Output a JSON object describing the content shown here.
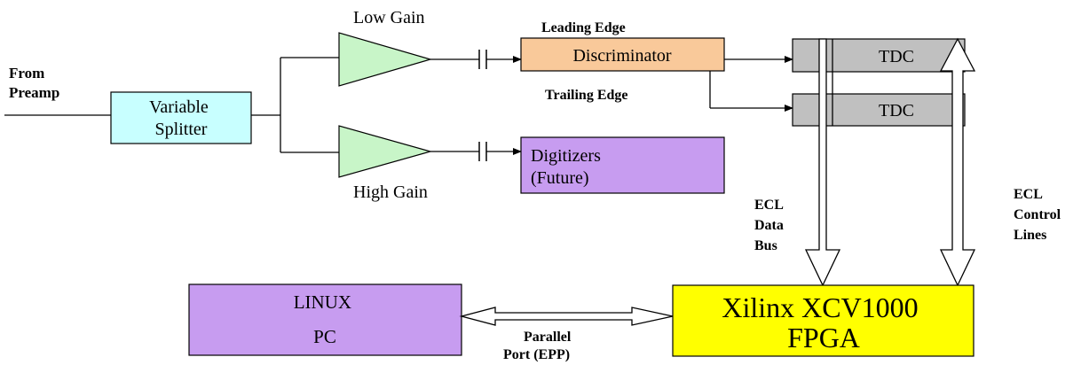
{
  "inputs": {
    "from_preamp": [
      "From",
      "Preamp"
    ]
  },
  "blocks": {
    "splitter": [
      "Variable",
      "Splitter"
    ],
    "discriminator": "Discriminator",
    "tdc_top": "TDC",
    "tdc_bottom": "TDC",
    "digitizers": [
      "Digitizers",
      "(Future)"
    ],
    "linux_pc": [
      "LINUX",
      "PC"
    ],
    "fpga": [
      "Xilinx XCV1000",
      "FPGA"
    ]
  },
  "labels": {
    "low_gain": "Low Gain",
    "high_gain": "High Gain",
    "leading_edge": "Leading Edge",
    "trailing_edge": "Trailing Edge",
    "ecl_data_bus": [
      "ECL",
      "Data",
      "Bus"
    ],
    "ecl_control_lines": [
      "ECL",
      "Control",
      "Lines"
    ],
    "parallel_port": [
      "Parallel",
      "Port (EPP)"
    ]
  },
  "colors": {
    "splitter": "#c8ffff",
    "amplifier": "#c8f5c8",
    "discriminator": "#f9c99a",
    "tdc": "#c0c0c0",
    "digitizers": "#c79cf0",
    "linux_pc": "#c79cf0",
    "fpga": "#ffff00",
    "line": "#000000"
  }
}
